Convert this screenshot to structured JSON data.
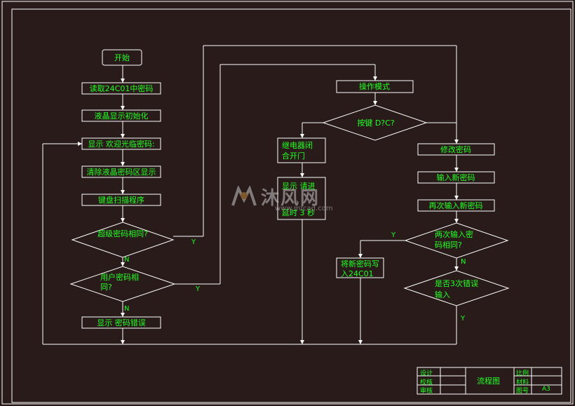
{
  "nodes": {
    "start": "开始",
    "read": "读取24C01中密码",
    "lcd_init": "液晶显示初始化",
    "welcome": "显示 欢迎光临密码:",
    "clear": "清除液晶密码区显示",
    "scan": "键盘扫描程序",
    "super_pwd": "超级密码相同?",
    "user_pwd_l1": "用户密码相",
    "user_pwd_l2": "同?",
    "err": "显示   密码错误",
    "op_mode": "操作模式",
    "key": "按键 D?C?",
    "relay_l1": "继电器闭",
    "relay_l2": "合开门",
    "disp_l1": "显示 请进",
    "disp_l2": "延时 3 秒",
    "modify": "修改密码",
    "input_new": "输入新密码",
    "reinput": "再次输入新密码",
    "twice_l1": "两次输入密",
    "twice_l2": "码相同?",
    "write_l1": "将新密码写",
    "write_l2": "入24C01",
    "three_l1": "是否3次错误",
    "three_l2": "输入"
  },
  "branch_labels": {
    "super_yes": "Y",
    "super_no": "N",
    "user_yes": "Y",
    "user_no": "N",
    "twice_yes": "Y",
    "twice_no": "N",
    "three_yes": "Y"
  },
  "title_block": {
    "design": "设计",
    "check": "校核",
    "review": "审核",
    "title": "流程图",
    "scale": "比例",
    "material": "材料",
    "drawing_no": "图号",
    "sheet": "A3"
  },
  "watermark": {
    "brand": "沐风网",
    "url": "www.mfcad.com"
  },
  "colors": {
    "background": "#2a1b1b",
    "line": "#ffffff",
    "text": "#22ff22"
  }
}
